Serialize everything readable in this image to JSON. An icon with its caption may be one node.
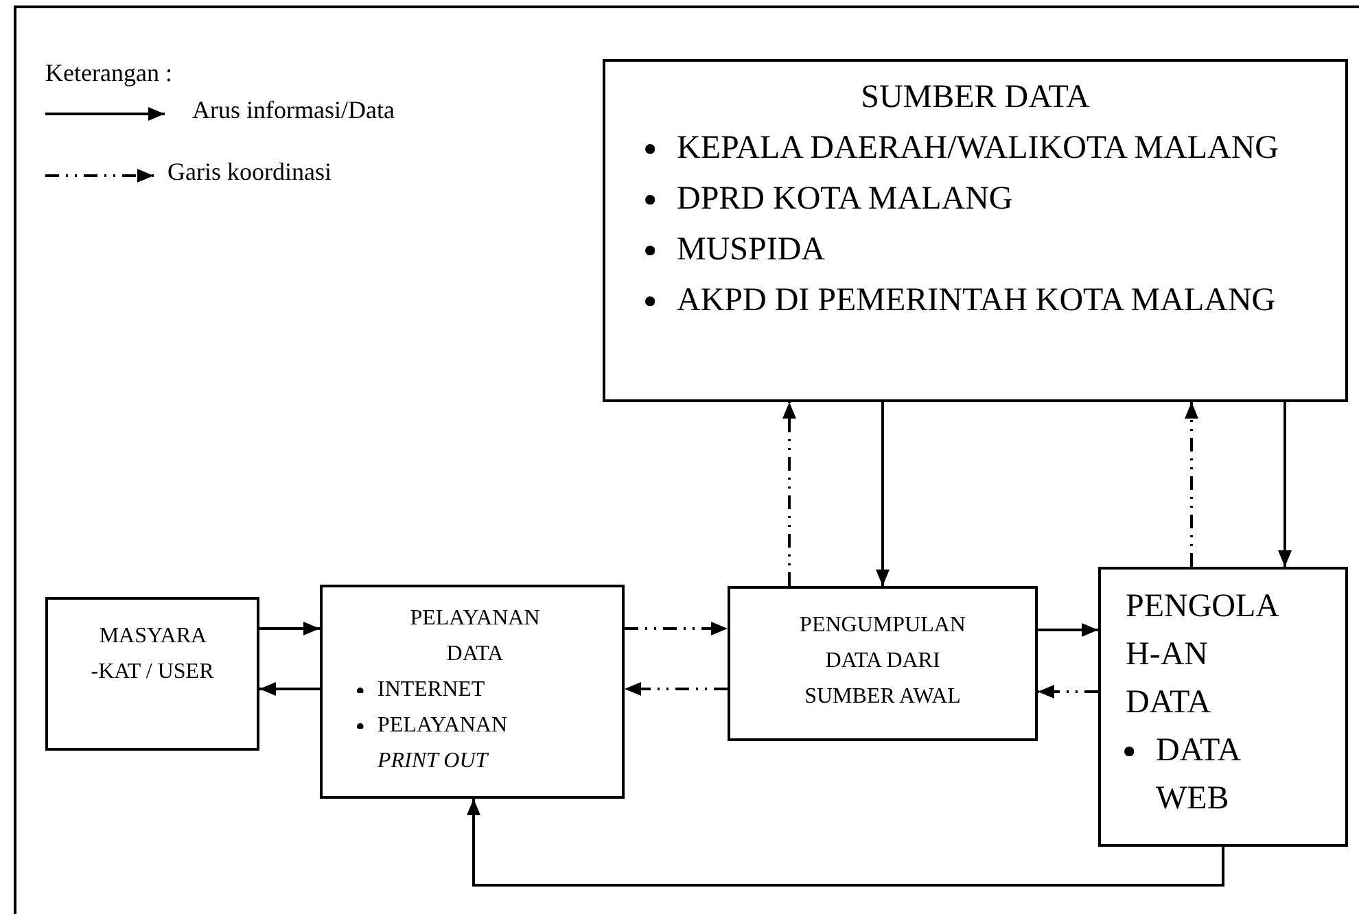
{
  "diagram": {
    "nodes": [
      {
        "text": [
          "SUMBER DATA",
          "KEPALA DAERAH/WALIKOTA MALANG",
          "DPRD KOTA MALANG",
          "MUSPIDA",
          "AKPD DI PEMERINTAH KOTA MALANG"
        ]
      },
      {
        "text": [
          "MASYARA -KAT / USER"
        ]
      },
      {
        "text": [
          "PELAYANAN DATA",
          "INTERNET",
          "PELAYANAN *PRINT OUT*"
        ]
      },
      {
        "text": [
          "PENGUMPULAN DATA DARI SUMBER AWAL"
        ]
      },
      {
        "text": [
          "PENGOLA H-AN DATA",
          "DATA WEB"
        ]
      }
    ],
    "edges": [
      {
        "from": 1,
        "to": 2,
        "arrow": "to"
      },
      {
        "from": 2,
        "to": 1,
        "arrow": "to"
      },
      {
        "from": 2,
        "to": 3,
        "arrow": "to",
        "style": "dashed"
      },
      {
        "from": 3,
        "to": 2,
        "arrow": "to",
        "style": "dashed"
      },
      {
        "from": 3,
        "to": 4,
        "arrow": "to"
      },
      {
        "from": 4,
        "to": 3,
        "arrow": "to",
        "style": "dashed"
      },
      {
        "from": 3,
        "to": 0,
        "arrow": "to",
        "style": "dashed"
      },
      {
        "from": 0,
        "to": 3,
        "arrow": "to"
      },
      {
        "from": 4,
        "to": 0,
        "arrow": "to",
        "style": "dashed"
      },
      {
        "from": 0,
        "to": 4,
        "arrow": "to"
      },
      {
        "from": 4,
        "to": 2,
        "arrow": "to"
      }
    ],
    "labels": [
      "Keterangan :"
    ],
    "legend": [
      {
        "text": "Arus informasi/Data"
      },
      {
        "text": "Garis koordinasi"
      }
    ]
  }
}
